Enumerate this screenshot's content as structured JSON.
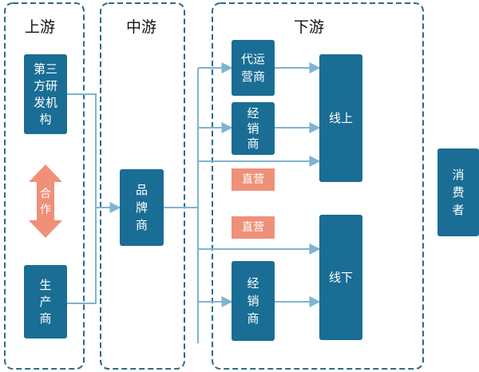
{
  "groups": [
    {
      "id": "upstream",
      "label": "上游"
    },
    {
      "id": "midstream",
      "label": "中游"
    },
    {
      "id": "downstream",
      "label": "下游"
    }
  ],
  "nodes": [
    {
      "id": "third-party-research",
      "lines": [
        "第三",
        "方研",
        "发机",
        "构"
      ]
    },
    {
      "id": "production",
      "lines": [
        "生",
        "产",
        "商"
      ]
    },
    {
      "id": "brand",
      "lines": [
        "品",
        "牌",
        "商"
      ]
    },
    {
      "id": "agent",
      "lines": [
        "代运",
        "营商"
      ]
    },
    {
      "id": "distributor-online",
      "lines": [
        "经",
        "销",
        "商"
      ]
    },
    {
      "id": "distributor-offline",
      "lines": [
        "经",
        "销",
        "商"
      ]
    },
    {
      "id": "online",
      "lines": [
        "线上"
      ]
    },
    {
      "id": "offline",
      "lines": [
        "线下"
      ]
    },
    {
      "id": "consumer",
      "lines": [
        "消",
        "费",
        "者"
      ]
    }
  ],
  "tags": [
    {
      "id": "direct-online",
      "label": "直营"
    },
    {
      "id": "direct-offline",
      "label": "直营"
    }
  ],
  "cooperation": {
    "lines": [
      "合",
      "作"
    ]
  },
  "colors": {
    "node_fill": "#1a6d94",
    "group_border": "#2b6b8a",
    "arrow": "#7fb4cf",
    "accent": "#ef9079"
  }
}
